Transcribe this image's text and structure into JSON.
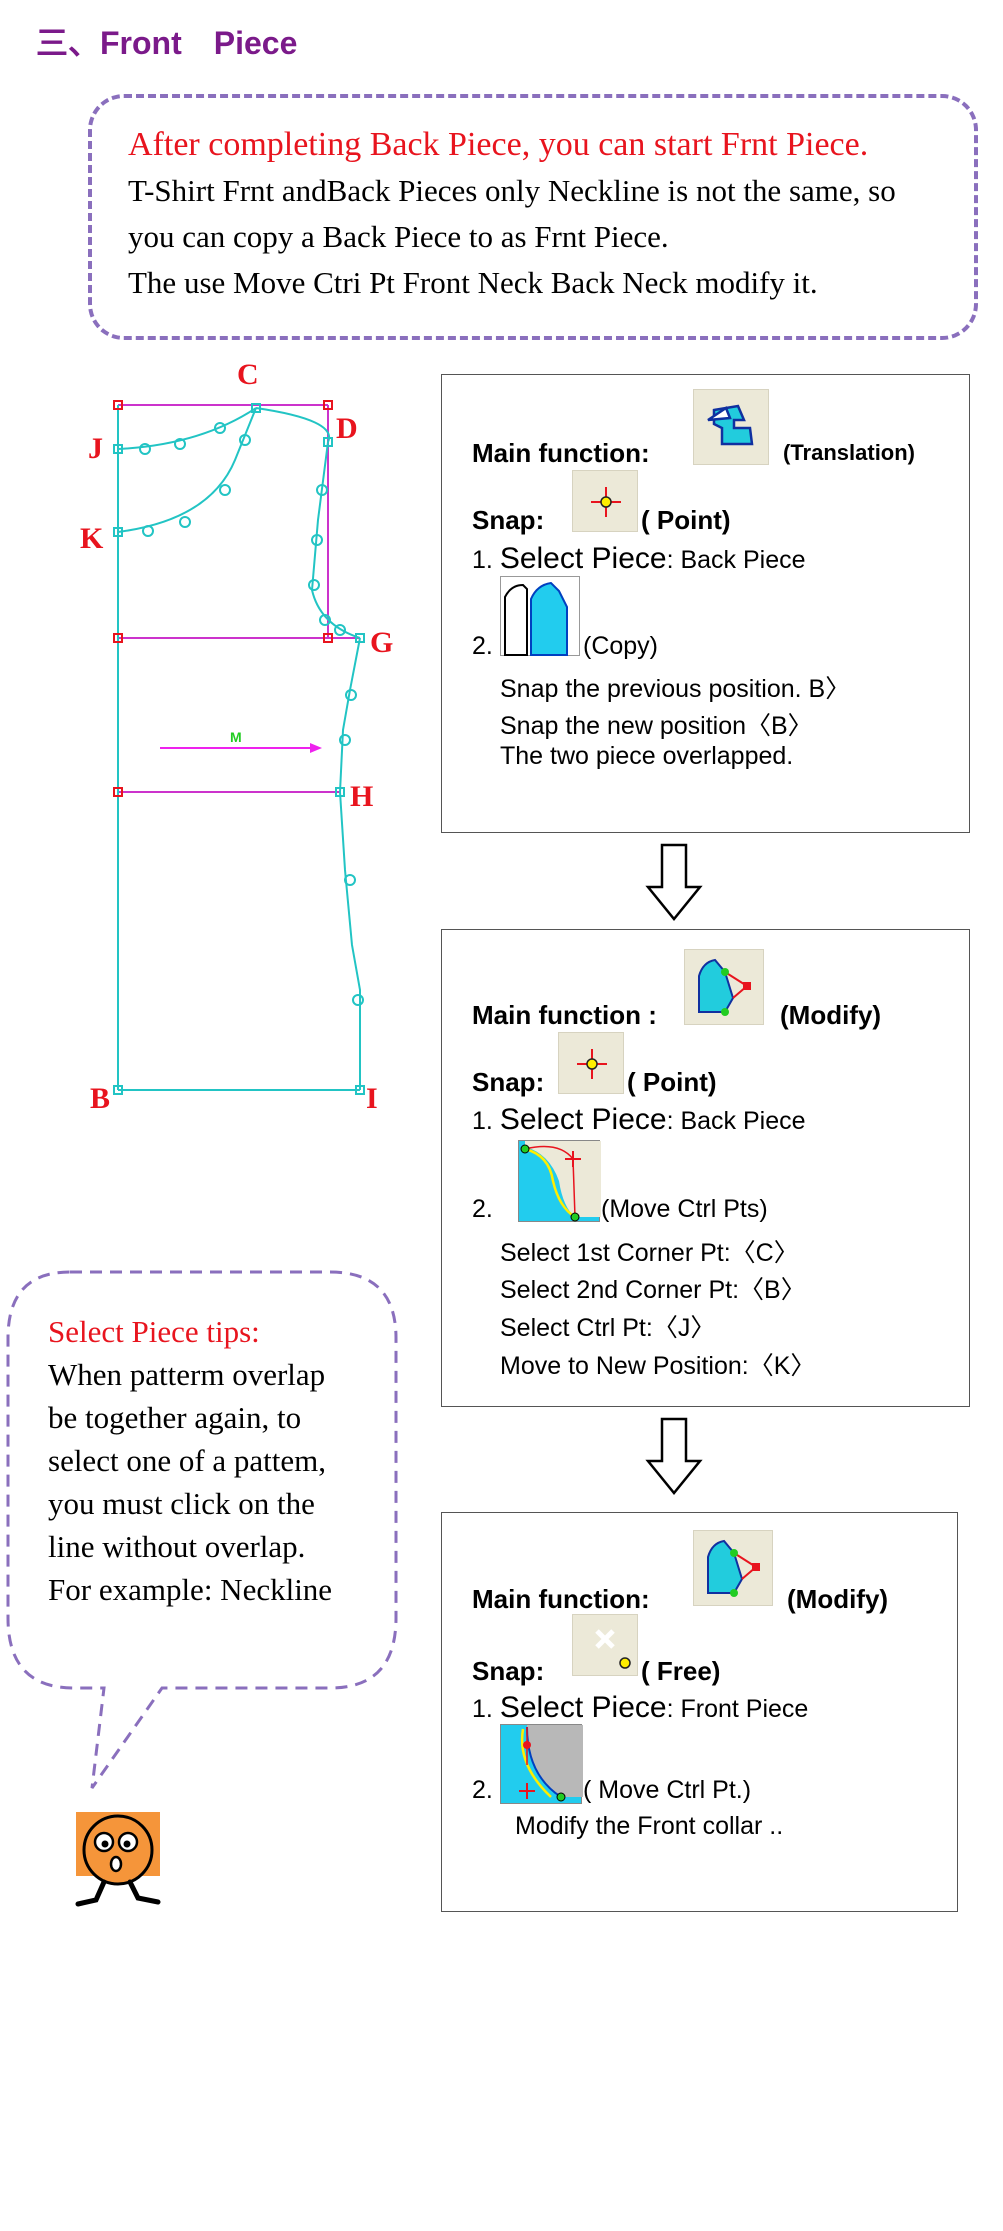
{
  "title": "三、Front　Piece",
  "intro": {
    "heading": "After completing Back Piece, you can start Frnt Piece.",
    "line1": "T-Shirt Frnt andBack Pieces only Neckline is not the same, so",
    "line2": "you can copy a Back Piece to as Frnt Piece.",
    "line3": "The use Move Ctri Pt Front Neck Back Neck modify it."
  },
  "diagram": {
    "points": [
      "C",
      "J",
      "D",
      "K",
      "G",
      "H",
      "B",
      "I"
    ],
    "colors": {
      "frame": "#cc33cc",
      "piece": "#22c4c4",
      "arrow": "#ee22ee",
      "label": "#e8141e"
    }
  },
  "step1": {
    "main_label": "Main function:",
    "main_note": "(Translation)",
    "main_icon": "translation-icon",
    "snap_label": "Snap:",
    "snap_note": "( Point)",
    "snap_icon": "point-snap-icon",
    "item1_num": "1.",
    "item1_key": "Select Piece",
    "item1_val": ": Back Piece",
    "item2_num": "2.",
    "item2_note": "(Copy)",
    "item2_icon": "copy-piece-icon",
    "sub1": "Snap the previous position. B〉",
    "sub2": "Snap the new position〈B〉",
    "sub3": "The two piece overlapped."
  },
  "step2": {
    "main_label": "Main function :",
    "main_note": "(Modify)",
    "main_icon": "modify-icon",
    "snap_label": "Snap:",
    "snap_note": "( Point)",
    "snap_icon": "point-snap-icon",
    "item1_num": "1.",
    "item1_key": "Select Piece",
    "item1_val": ": Back Piece",
    "item2_num": "2.",
    "item2_note": "(Move Ctrl Pts)",
    "item2_icon": "move-ctrl-pts-icon",
    "sub1": "Select 1st Corner Pt:〈C〉",
    "sub2": "Select 2nd Corner Pt:〈B〉",
    "sub3": "Select Ctrl Pt:〈J〉",
    "sub4": "Move to New Position:〈K〉"
  },
  "step3": {
    "main_label": "Main function:",
    "main_note": "(Modify)",
    "main_icon": "modify-icon",
    "snap_label": "Snap:",
    "snap_note": "( Free)",
    "snap_icon": "free-snap-icon",
    "item1_num": "1.",
    "item1_key": "Select Piece",
    "item1_val": ": Front Piece",
    "item2_num": "2.",
    "item2_note": "( Move Ctrl Pt.)",
    "item2_icon": "move-ctrl-pt-icon",
    "sub1": "Modify the Front collar .."
  },
  "tips": {
    "heading": "Select Piece tips:",
    "lines": [
      "When patterm overlap",
      "be together again, to",
      "select one of a pattem,",
      "you must click on the",
      "line without overlap.",
      "For example: Neckline"
    ]
  }
}
